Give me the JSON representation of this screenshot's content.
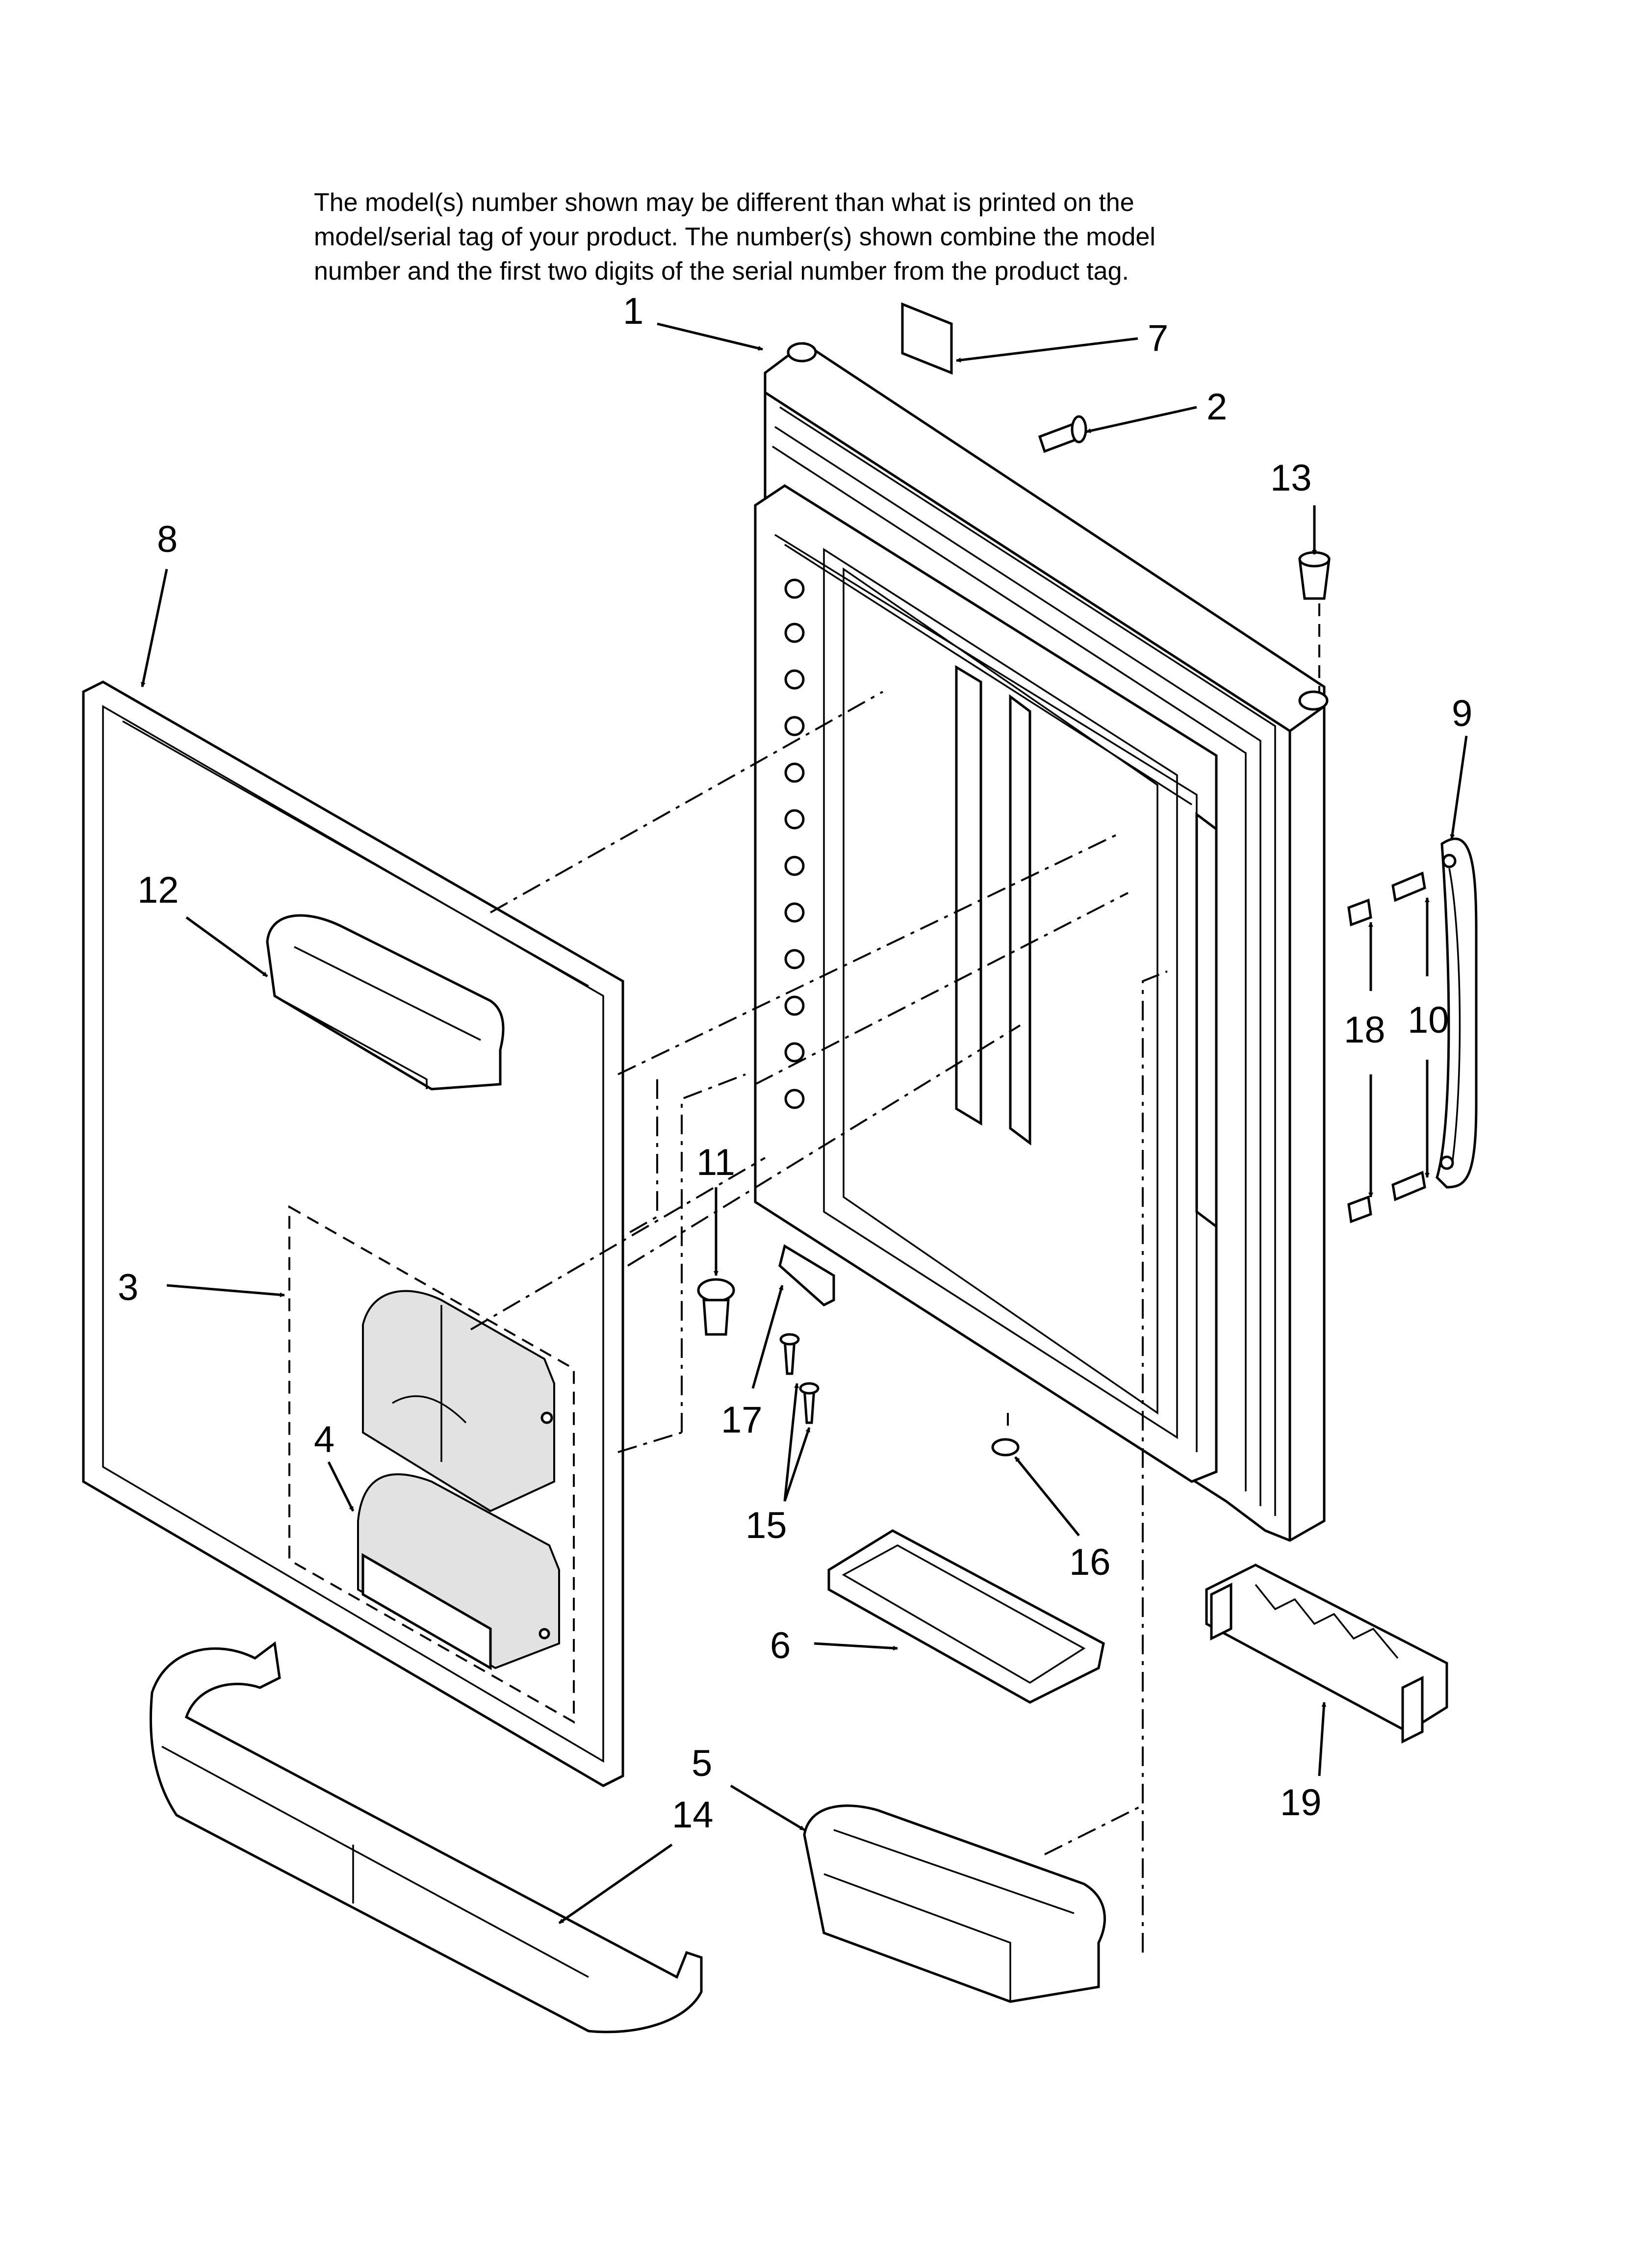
{
  "note": {
    "line1": "The model(s) number shown may be different than what is printed on the",
    "line2": "model/serial tag of your product. The number(s) shown combine the model",
    "line3": "number and the first two digits of the serial number from the product tag."
  },
  "callouts": [
    {
      "id": "1",
      "label": "1"
    },
    {
      "id": "2",
      "label": "2"
    },
    {
      "id": "3",
      "label": "3"
    },
    {
      "id": "4",
      "label": "4"
    },
    {
      "id": "5",
      "label": "5"
    },
    {
      "id": "6",
      "label": "6"
    },
    {
      "id": "7",
      "label": "7"
    },
    {
      "id": "8",
      "label": "8"
    },
    {
      "id": "9",
      "label": "9"
    },
    {
      "id": "10",
      "label": "10"
    },
    {
      "id": "11",
      "label": "11"
    },
    {
      "id": "12",
      "label": "12"
    },
    {
      "id": "13",
      "label": "13"
    },
    {
      "id": "14",
      "label": "14"
    },
    {
      "id": "15",
      "label": "15"
    },
    {
      "id": "16",
      "label": "16"
    },
    {
      "id": "17",
      "label": "17"
    },
    {
      "id": "18",
      "label": "18"
    },
    {
      "id": "19",
      "label": "19"
    }
  ]
}
